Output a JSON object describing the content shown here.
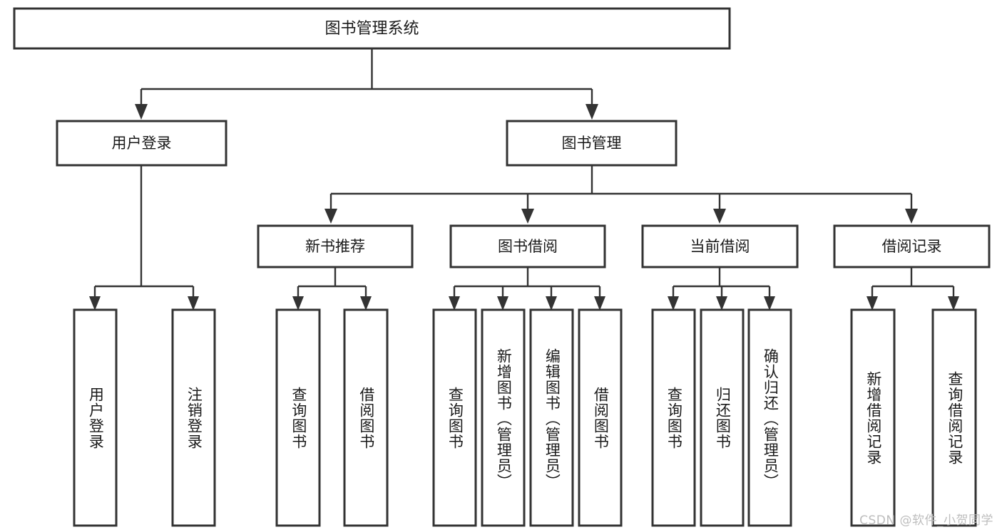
{
  "diagram": {
    "type": "tree-hierarchy-chart",
    "title": "图书管理系统",
    "orientation": "top-down",
    "colors": {
      "box_fill": "#ffffff",
      "box_stroke": "#333333",
      "text": "#1a1a1a",
      "watermark": "#bdbdbd",
      "background": "#ffffff"
    },
    "root": {
      "label": "图书管理系统"
    },
    "level1": [
      {
        "label": "用户登录"
      },
      {
        "label": "图书管理"
      }
    ],
    "level2": [
      {
        "label": "新书推荐",
        "parent": "图书管理"
      },
      {
        "label": "图书借阅",
        "parent": "图书管理"
      },
      {
        "label": "当前借阅",
        "parent": "图书管理"
      },
      {
        "label": "借阅记录",
        "parent": "图书管理"
      }
    ],
    "leaves": {
      "user_login": [
        {
          "label": "用户登录"
        },
        {
          "label": "注销登录"
        }
      ],
      "new_book_recommend": [
        {
          "label": "查询图书"
        },
        {
          "label": "借阅图书"
        }
      ],
      "book_borrow": [
        {
          "label": "查询图书"
        },
        {
          "label": "新增图书（管理员）"
        },
        {
          "label": "编辑图书（管理员）"
        },
        {
          "label": "借阅图书"
        }
      ],
      "current_borrow": [
        {
          "label": "查询图书"
        },
        {
          "label": "归还图书"
        },
        {
          "label": "确认归还（管理员）"
        }
      ],
      "borrow_records": [
        {
          "label": "新增借阅记录"
        },
        {
          "label": "查询借阅记录"
        }
      ]
    }
  },
  "watermark": {
    "text": "CSDN @软件_小贺同学"
  }
}
